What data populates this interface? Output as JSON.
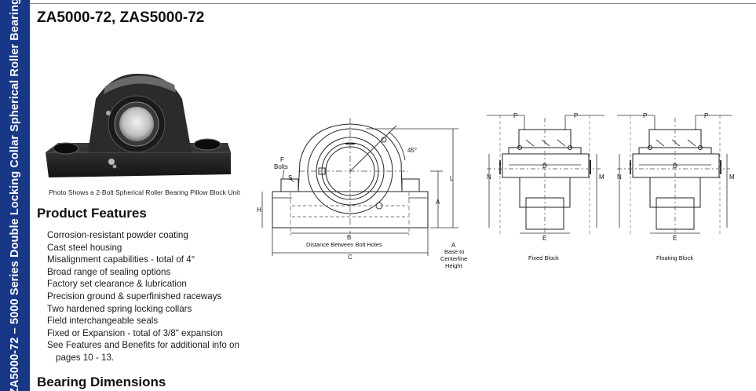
{
  "sidebar": {
    "text": "ZA5000-72 – 5000 Series Double Locking Collar Spherical Roller Bearing"
  },
  "title": "ZA5000-72, ZAS5000-72",
  "photo": {
    "caption": "Photo Shows a 2-Bolt Spherical Roller Bearing Pillow Block Unit"
  },
  "features": {
    "heading": "Product Features",
    "items": [
      "Corrosion-resistant powder coating",
      "Cast steel housing",
      "Misalignment capabilities - total of 4°",
      "Broad range of sealing options",
      "Factory set clearance & lubrication",
      "Precision ground & superfinished raceways",
      "Two hardened spring locking collars",
      "Field interchangeable seals",
      "Fixed or Expansion - total of 3/8\" expansion",
      "See Features and Benefits for additional info on",
      "pages 10 - 13."
    ]
  },
  "dimensions_heading": "Bearing Dimensions",
  "drawing": {
    "labels": {
      "f": "F",
      "bolts": "Bolts",
      "s": "S",
      "h": "H",
      "b": "B",
      "between": "Distance Between Bolt Holes",
      "c": "C",
      "a": "A",
      "l": "L",
      "angle": "45°",
      "base1": "Base to",
      "base2": "Centerline",
      "base3": "Height"
    }
  },
  "fixed": {
    "caption": "Fixed Block",
    "p": "P",
    "n": "N",
    "m": "M",
    "d": "D",
    "e": "E"
  },
  "floating": {
    "caption": "Floating Block",
    "p": "P",
    "n": "N",
    "m": "M",
    "d": "D",
    "e": "E"
  }
}
